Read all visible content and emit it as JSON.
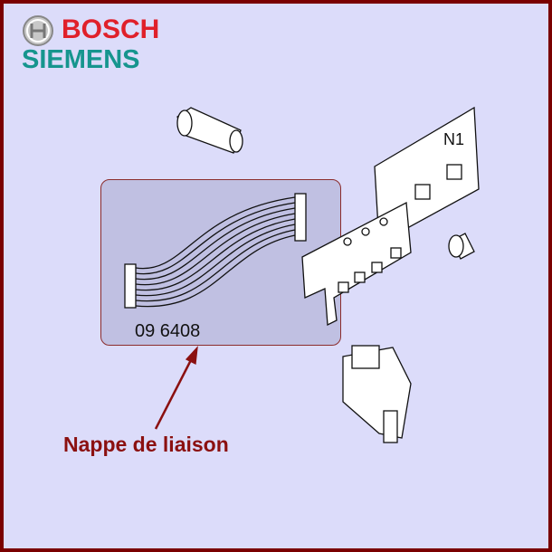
{
  "logo": {
    "brand1": "BOSCH",
    "brand2": "SIEMENS"
  },
  "diagram": {
    "part_number": "09 6408",
    "board_label": "N1"
  },
  "caption": "Nappe de liaison",
  "colors": {
    "border": "#7a0000",
    "background": "#dcdcfa",
    "bosch": "#e0202a",
    "siemens": "#16958e",
    "caption": "#8b1010"
  }
}
